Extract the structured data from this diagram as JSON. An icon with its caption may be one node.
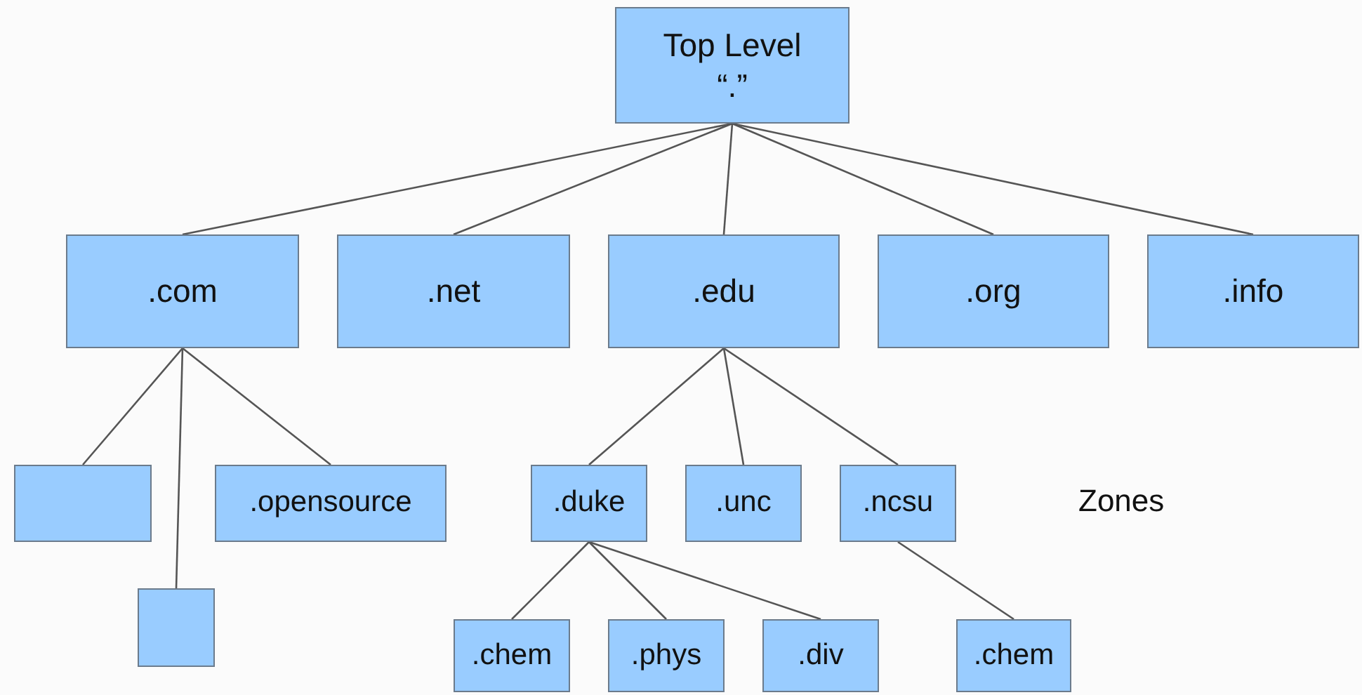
{
  "diagram": {
    "nodes": [
      {
        "text": [
          "Top Level",
          "“.”"
        ]
      },
      {
        "text": [
          ".com"
        ]
      },
      {
        "text": [
          ".net"
        ]
      },
      {
        "text": [
          ".edu"
        ]
      },
      {
        "text": [
          ".org"
        ]
      },
      {
        "text": [
          ".info"
        ]
      },
      {
        "text": [],
        "shape": "box"
      },
      {
        "text": [
          ".opensource"
        ]
      },
      {
        "text": [
          ".duke"
        ]
      },
      {
        "text": [
          ".unc"
        ]
      },
      {
        "text": [
          ".ncsu"
        ]
      },
      {
        "text": [],
        "shape": "box"
      },
      {
        "text": [
          ".chem"
        ]
      },
      {
        "text": [
          ".phys"
        ]
      },
      {
        "text": [
          ".div"
        ]
      },
      {
        "text": [
          ".chem"
        ]
      }
    ],
    "edges": [
      {
        "from": 0,
        "to": 1,
        "arrow": "none"
      },
      {
        "from": 0,
        "to": 2,
        "arrow": "none"
      },
      {
        "from": 0,
        "to": 3,
        "arrow": "none"
      },
      {
        "from": 0,
        "to": 4,
        "arrow": "none"
      },
      {
        "from": 0,
        "to": 5,
        "arrow": "none"
      },
      {
        "from": 1,
        "to": 6,
        "arrow": "none"
      },
      {
        "from": 1,
        "to": 11,
        "arrow": "none"
      },
      {
        "from": 1,
        "to": 7,
        "arrow": "none"
      },
      {
        "from": 3,
        "to": 8,
        "arrow": "none"
      },
      {
        "from": 3,
        "to": 9,
        "arrow": "none"
      },
      {
        "from": 3,
        "to": 10,
        "arrow": "none"
      },
      {
        "from": 8,
        "to": 12,
        "arrow": "none"
      },
      {
        "from": 8,
        "to": 13,
        "arrow": "none"
      },
      {
        "from": 8,
        "to": 14,
        "arrow": "none"
      },
      {
        "from": 10,
        "to": 15,
        "arrow": "none"
      }
    ],
    "labels": [
      "Zones"
    ]
  }
}
